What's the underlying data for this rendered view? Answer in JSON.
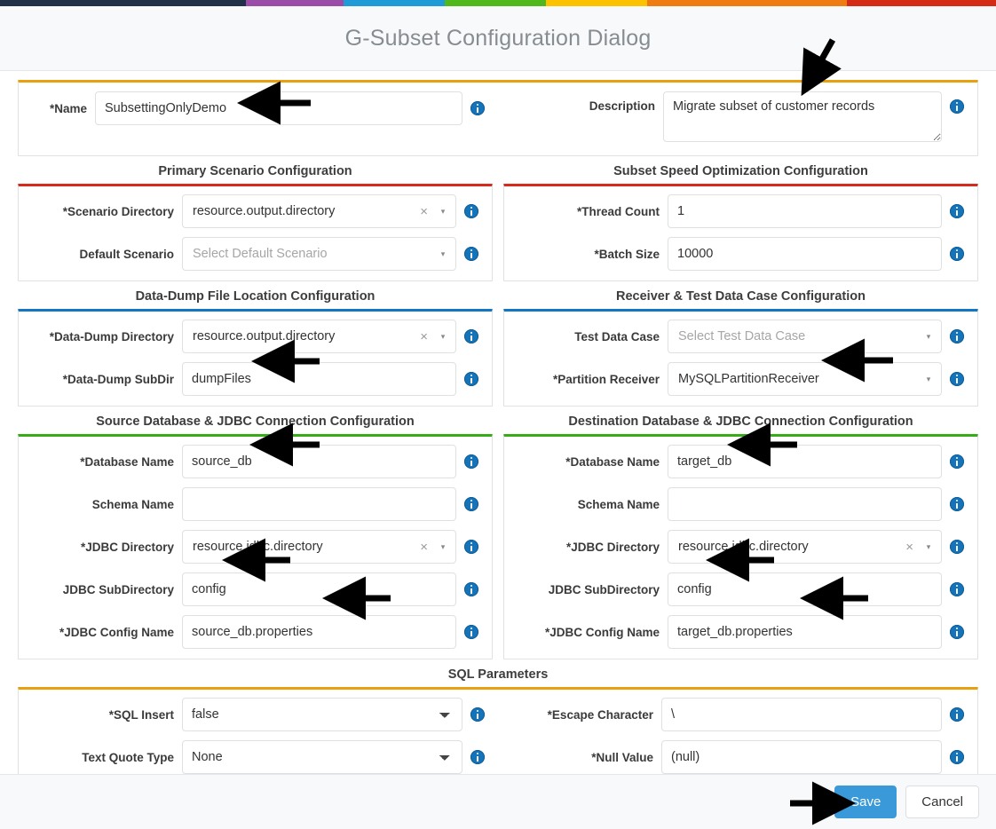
{
  "topbar": {
    "colors": [
      "#1f3048",
      "#9b4ba8",
      "#1f9bd8",
      "#4fb81c",
      "#fcc200",
      "#ef7c12",
      "#d32b16"
    ]
  },
  "header": {
    "title": "G-Subset Configuration Dialog"
  },
  "identity": {
    "name_label": "*Name",
    "name_value": "SubsettingOnlyDemo",
    "description_label": "Description",
    "description_value": "Migrate subset of customer records"
  },
  "sections": {
    "primary_scenario": {
      "legend": "Primary Scenario Configuration",
      "accent": "#d52b1e",
      "fields": [
        {
          "label": "*Scenario Directory",
          "value": "resource.output.directory",
          "type": "select2",
          "clearable": true,
          "placeholder": ""
        },
        {
          "label": "Default Scenario",
          "value": "",
          "type": "select2",
          "clearable": false,
          "placeholder": "Select Default Scenario"
        }
      ]
    },
    "subset_speed": {
      "legend": "Subset Speed Optimization Configuration",
      "accent": "#d52b1e",
      "fields": [
        {
          "label": "*Thread Count",
          "value": "1",
          "type": "text"
        },
        {
          "label": "*Batch Size",
          "value": "10000",
          "type": "text"
        }
      ]
    },
    "data_dump": {
      "legend": "Data-Dump File Location Configuration",
      "accent": "#1177c4",
      "fields": [
        {
          "label": "*Data-Dump Directory",
          "value": "resource.output.directory",
          "type": "select2",
          "clearable": true,
          "placeholder": ""
        },
        {
          "label": "*Data-Dump SubDir",
          "value": "dumpFiles",
          "type": "text"
        }
      ]
    },
    "receiver": {
      "legend": "Receiver & Test Data Case Configuration",
      "accent": "#1177c4",
      "fields": [
        {
          "label": "Test Data Case",
          "value": "",
          "type": "select2",
          "clearable": false,
          "placeholder": "Select Test Data Case"
        },
        {
          "label": "*Partition Receiver",
          "value": "MySQLPartitionReceiver",
          "type": "select2",
          "clearable": false,
          "placeholder": ""
        }
      ]
    },
    "source_db": {
      "legend": "Source Database & JDBC Connection Configuration",
      "accent": "#36ad16",
      "fields": [
        {
          "label": "*Database Name",
          "value": "source_db",
          "type": "text"
        },
        {
          "label": "Schema Name",
          "value": "",
          "type": "text"
        },
        {
          "label": "*JDBC Directory",
          "value": "resource.jdbc.directory",
          "type": "select2",
          "clearable": true,
          "placeholder": ""
        },
        {
          "label": "JDBC SubDirectory",
          "value": "config",
          "type": "text"
        },
        {
          "label": "*JDBC Config Name",
          "value": "source_db.properties",
          "type": "text"
        }
      ]
    },
    "destination_db": {
      "legend": "Destination Database & JDBC Connection Configuration",
      "accent": "#36ad16",
      "fields": [
        {
          "label": "*Database Name",
          "value": "target_db",
          "type": "text"
        },
        {
          "label": "Schema Name",
          "value": "",
          "type": "text"
        },
        {
          "label": "*JDBC Directory",
          "value": "resource.jdbc.directory",
          "type": "select2",
          "clearable": true,
          "placeholder": ""
        },
        {
          "label": "JDBC SubDirectory",
          "value": "config",
          "type": "text"
        },
        {
          "label": "*JDBC Config Name",
          "value": "target_db.properties",
          "type": "text"
        }
      ]
    },
    "sql_parameters": {
      "legend": "SQL Parameters",
      "accent": "#e8a00d",
      "left_fields": [
        {
          "label": "*SQL Insert",
          "value": "false",
          "type": "nativeselect"
        },
        {
          "label": "Text Quote Type",
          "value": "None",
          "type": "nativeselect"
        }
      ],
      "right_fields": [
        {
          "label": "*Escape Character",
          "value": "\\",
          "type": "text"
        },
        {
          "label": "*Null Value",
          "value": "(null)",
          "type": "text"
        }
      ]
    }
  },
  "footer": {
    "save_label": "Save",
    "cancel_label": "Cancel",
    "save_color": "#3a9ad9"
  },
  "icons": {
    "info": "info-icon",
    "clear": "×",
    "caret": "▾"
  }
}
